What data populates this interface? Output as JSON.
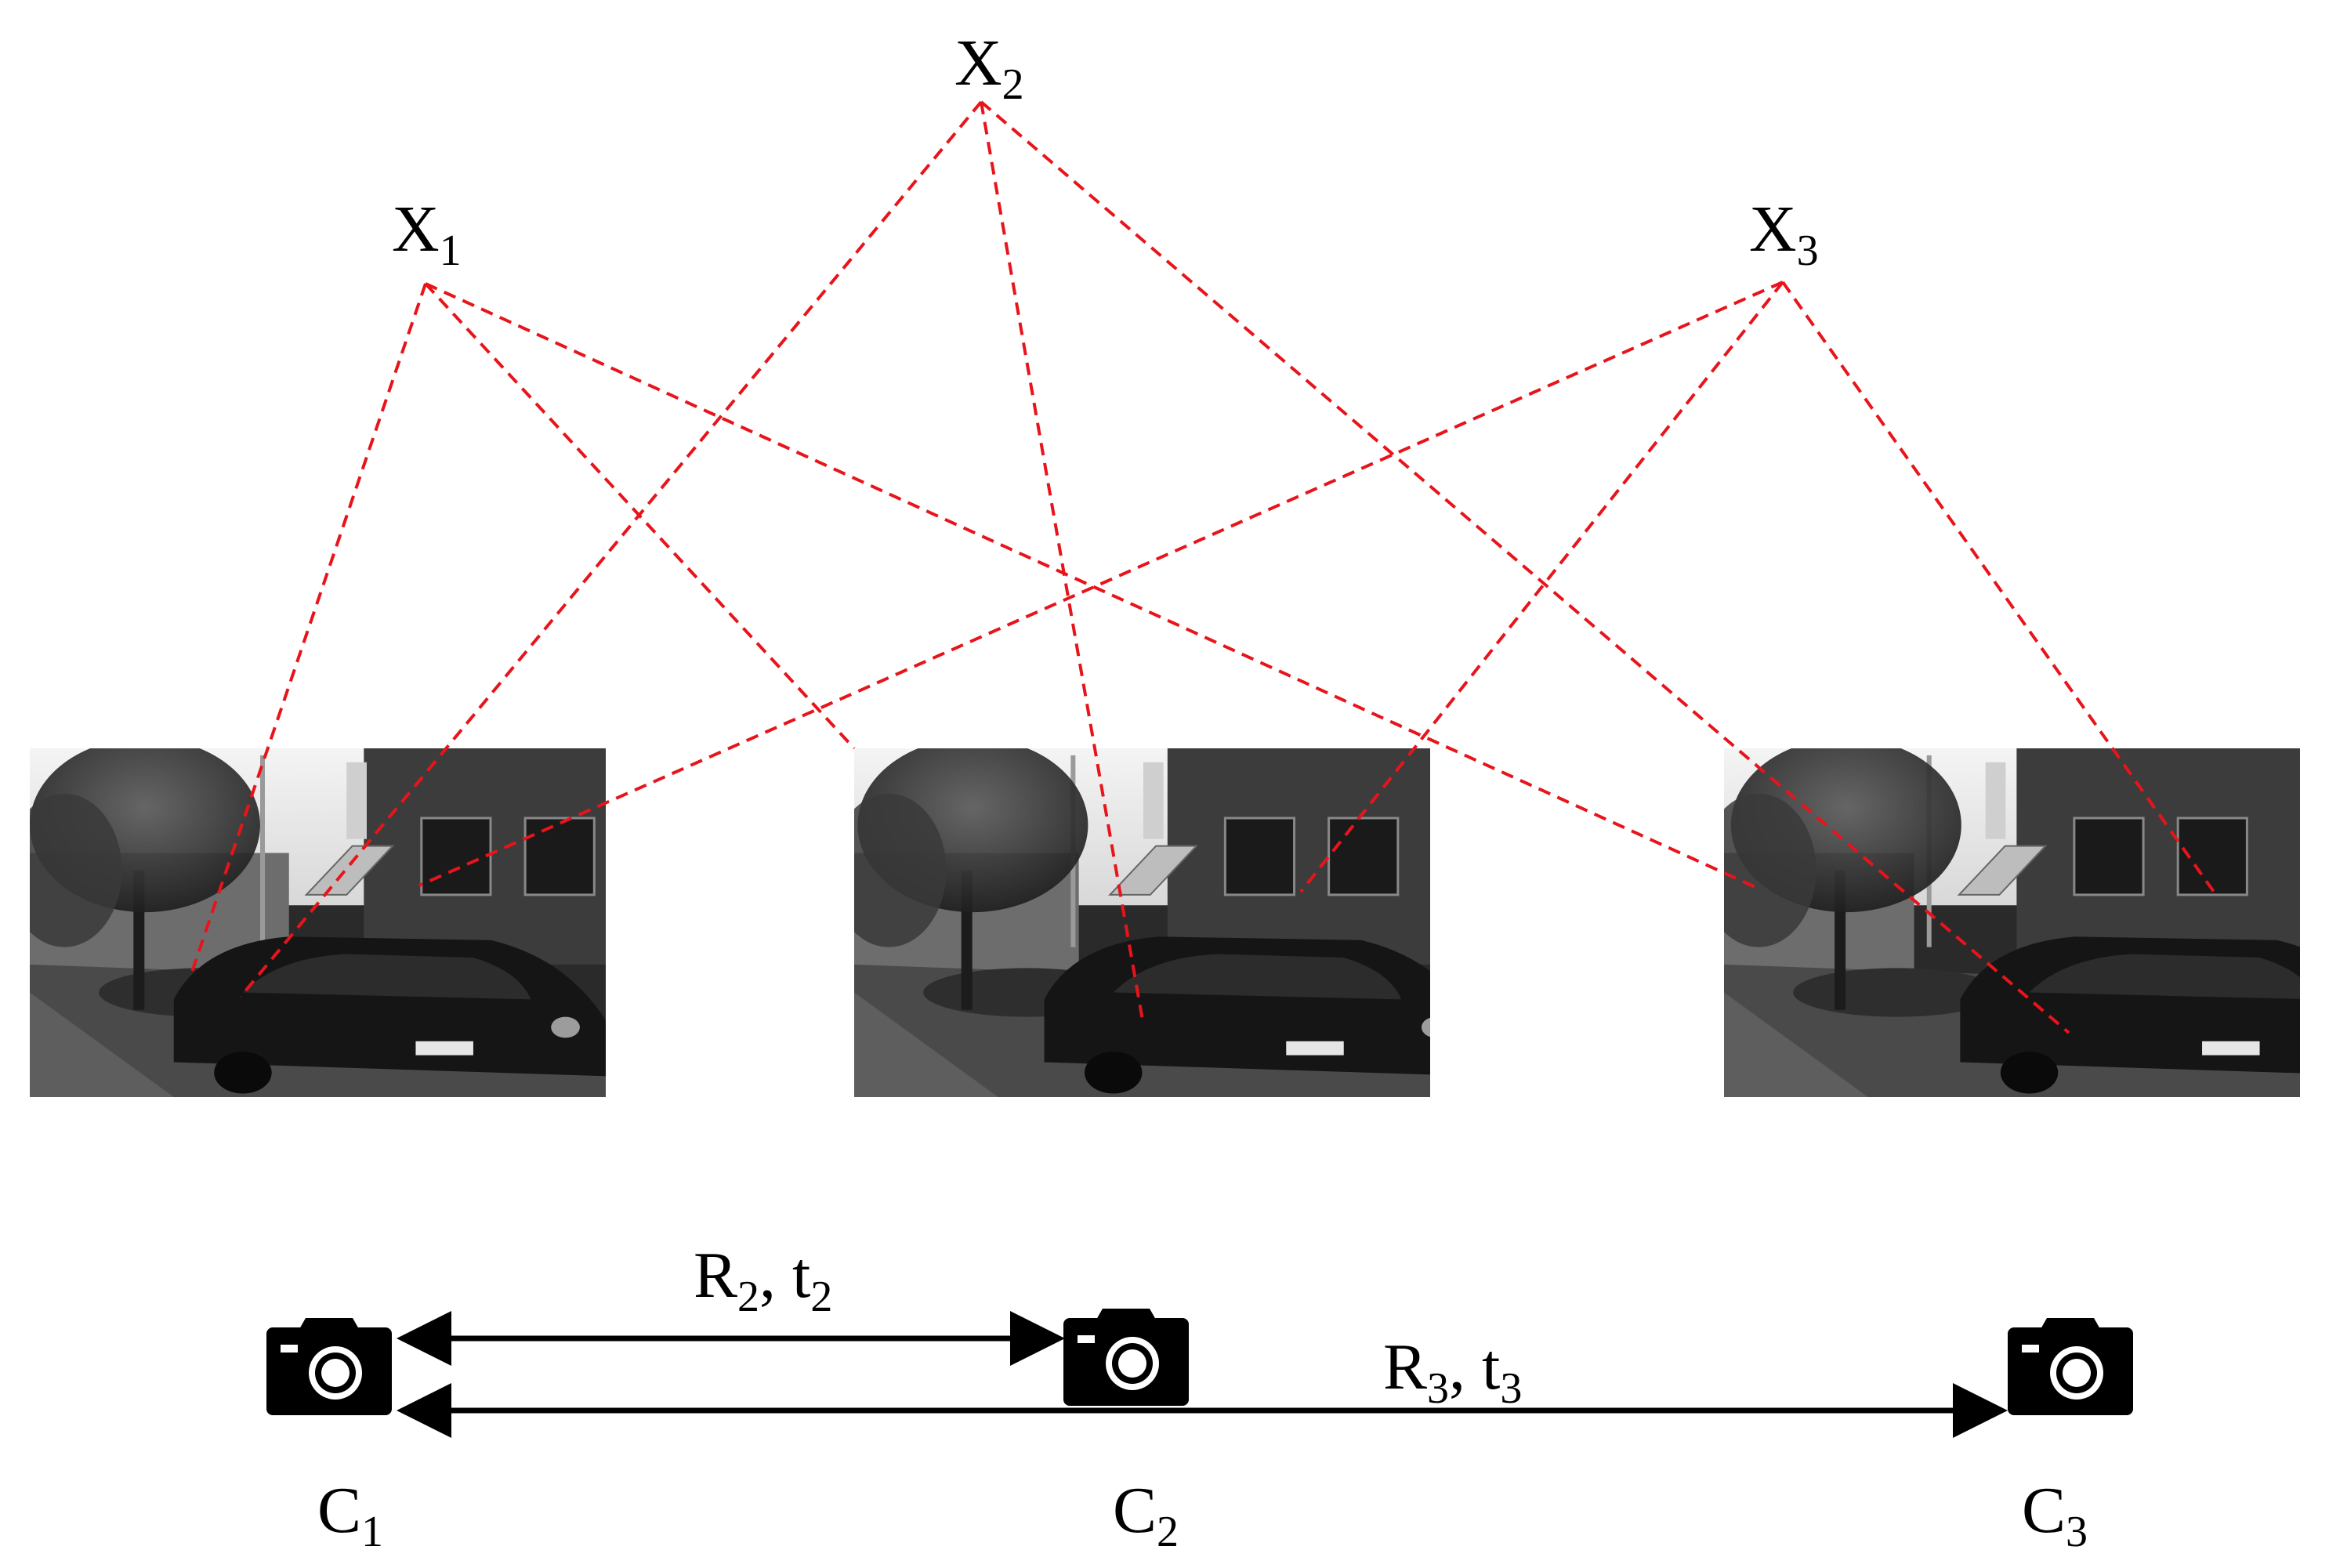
{
  "points": [
    {
      "id": "X1",
      "base": "X",
      "sub": "1"
    },
    {
      "id": "X2",
      "base": "X",
      "sub": "2"
    },
    {
      "id": "X3",
      "base": "X",
      "sub": "3"
    }
  ],
  "cameras": [
    {
      "id": "C1",
      "base": "C",
      "sub": "1",
      "icon": "camera-icon"
    },
    {
      "id": "C2",
      "base": "C",
      "sub": "2",
      "icon": "camera-icon"
    },
    {
      "id": "C3",
      "base": "C",
      "sub": "3",
      "icon": "camera-icon"
    }
  ],
  "images": [
    {
      "id": "img1",
      "desc": "grayscale street frame 1"
    },
    {
      "id": "img2",
      "desc": "grayscale street frame 2"
    },
    {
      "id": "img3",
      "desc": "grayscale street frame 3"
    }
  ],
  "poses": [
    {
      "id": "pose12",
      "r": "R",
      "r_sub": "2",
      "sep": ", ",
      "t": "t",
      "t_sub": "2"
    },
    {
      "id": "pose13",
      "r": "R",
      "r_sub": "3",
      "sep": ", ",
      "t": "t",
      "t_sub": "3"
    }
  ],
  "colors": {
    "ray": "#e8141b",
    "arrow": "#000000",
    "camera": "#000000"
  }
}
